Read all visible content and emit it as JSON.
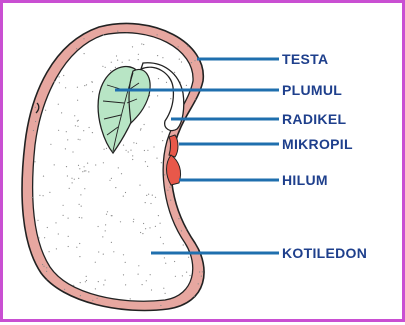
{
  "colors": {
    "frame": "#c94fd2",
    "leader": "#1f6fae",
    "label": "#1e3f8c",
    "testa": "#e7a7a0",
    "plumule": "#b8e5c5",
    "micropyle_hilum": "#e8584a",
    "outline": "#222222"
  },
  "labels": {
    "testa": "TESTA",
    "plumul": "PLUMUL",
    "radikel": "RADIKEL",
    "mikropil": "MIKROPIL",
    "hilum": "HILUM",
    "kotiledon": "KOTILEDON"
  }
}
